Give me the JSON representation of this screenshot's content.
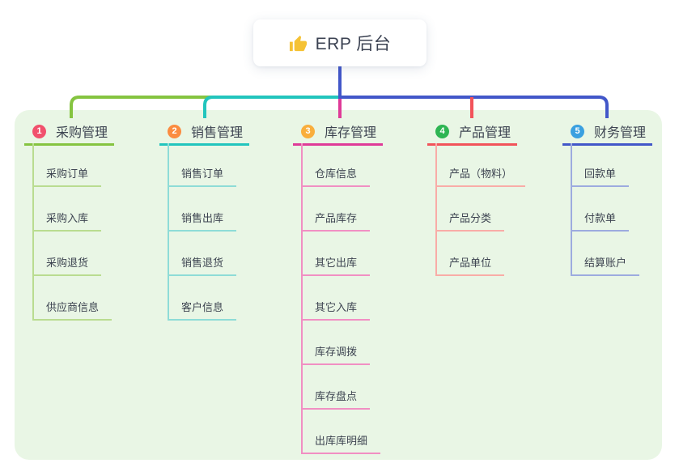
{
  "root": {
    "title": "ERP 后台",
    "icon": "thumbs-up-icon",
    "icon_color": "#f5c235"
  },
  "colors": {
    "trunk": "#4257c9",
    "panel_bg": "#e9f6e5",
    "text": "#3d4451"
  },
  "columns": [
    {
      "num": "1",
      "label": "采购管理",
      "badge_color": "#f1516d",
      "line_color": "#85c440",
      "sub_line_color": "#b9dc90",
      "items": [
        "采购订单",
        "采购入库",
        "采购退货",
        "供应商信息"
      ]
    },
    {
      "num": "2",
      "label": "销售管理",
      "badge_color": "#fb8c40",
      "line_color": "#22c5bd",
      "sub_line_color": "#8edcd7",
      "items": [
        "销售订单",
        "销售出库",
        "销售退货",
        "客户信息"
      ]
    },
    {
      "num": "3",
      "label": "库存管理",
      "badge_color": "#f9ae3c",
      "line_color": "#df3a98",
      "sub_line_color": "#f18fc3",
      "items": [
        "仓库信息",
        "产品库存",
        "其它出库",
        "其它入库",
        "库存调拨",
        "库存盘点",
        "出库库明细"
      ]
    },
    {
      "num": "4",
      "label": "产品管理",
      "badge_color": "#2eb553",
      "line_color": "#f2535a",
      "sub_line_color": "#f9aca7",
      "items": [
        "产品（物料）",
        "产品分类",
        "产品单位"
      ]
    },
    {
      "num": "5",
      "label": "财务管理",
      "badge_color": "#3aa0e0",
      "line_color": "#4257c9",
      "sub_line_color": "#9dabdf",
      "items": [
        "回款单",
        "付款单",
        "结算账户"
      ]
    }
  ]
}
